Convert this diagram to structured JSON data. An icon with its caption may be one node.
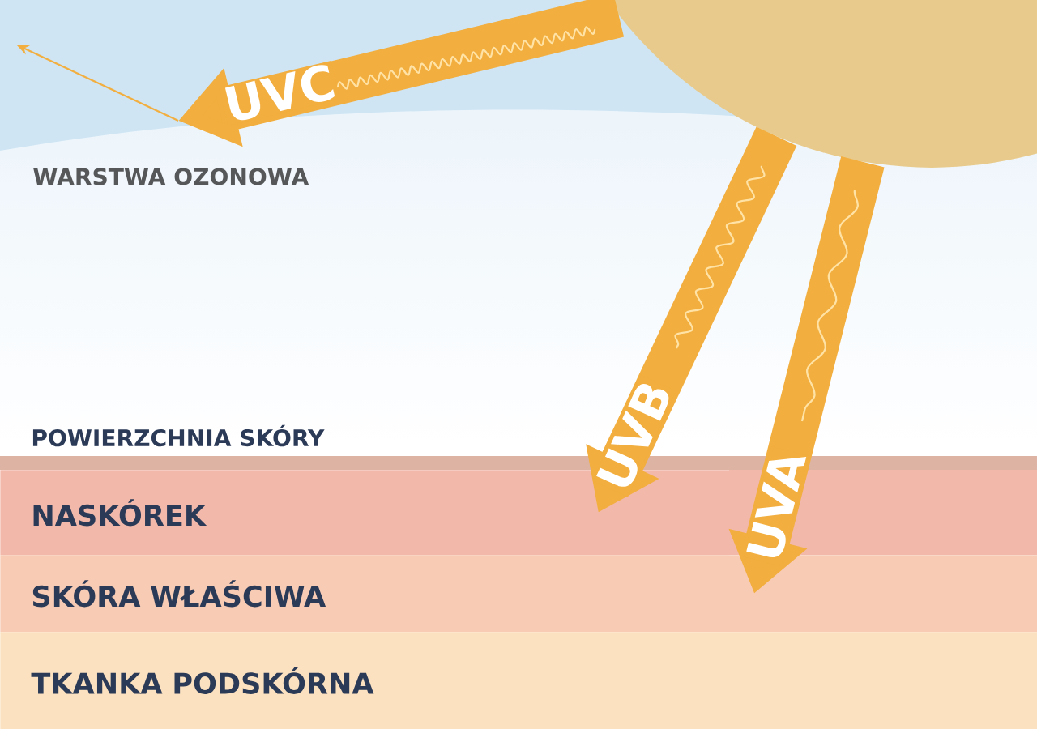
{
  "diagram": {
    "nodes": [
      {
        "text": [],
        "shape": "circle"
      },
      {
        "text": [
          "WARSTWA OZONOWA"
        ]
      },
      {
        "text": [
          "POWIERZCHNIA SKÓRY"
        ]
      },
      {
        "text": [
          "NASKÓREK"
        ]
      },
      {
        "text": [
          "SKÓRA WŁAŚCIWA"
        ]
      },
      {
        "text": [
          "TKANKA PODSKÓRNA"
        ]
      }
    ],
    "edges": [
      {
        "from": 0,
        "to": 1,
        "arrow": "to",
        "label": "UVC"
      },
      {
        "from": 1,
        "to": null,
        "arrow": "to"
      },
      {
        "from": 0,
        "to": 3,
        "arrow": "to",
        "label": "UVB"
      },
      {
        "from": 0,
        "to": 4,
        "arrow": "to",
        "label": "UVA"
      }
    ]
  }
}
